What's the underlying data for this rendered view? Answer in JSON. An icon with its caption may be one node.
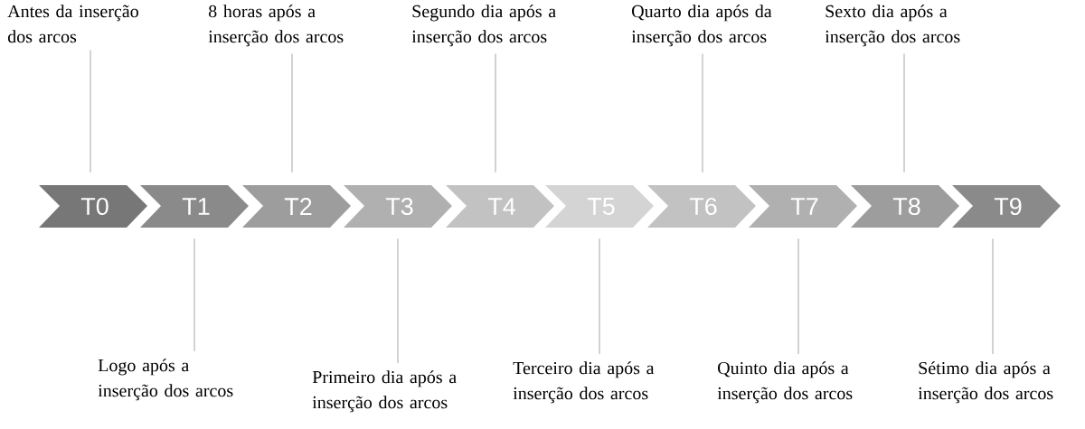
{
  "diagram": {
    "nodes": [
      {
        "text": [
          "T0"
        ]
      },
      {
        "text": [
          "T1"
        ]
      },
      {
        "text": [
          "T2"
        ]
      },
      {
        "text": [
          "T3"
        ]
      },
      {
        "text": [
          "T4"
        ]
      },
      {
        "text": [
          "T5"
        ]
      },
      {
        "text": [
          "T6"
        ]
      },
      {
        "text": [
          "T7"
        ]
      },
      {
        "text": [
          "T8"
        ]
      },
      {
        "text": [
          "T9"
        ]
      },
      {
        "text": [
          "Antes da inserção dos arcos"
        ]
      },
      {
        "text": [
          "Logo após a inserção dos arcos"
        ]
      },
      {
        "text": [
          "8 horas após a inserção dos arcos"
        ]
      },
      {
        "text": [
          "Primeiro dia após a inserção dos arcos"
        ]
      },
      {
        "text": [
          "Segundo dia após a inserção dos arcos"
        ]
      },
      {
        "text": [
          "Terceiro dia após a inserção dos arcos"
        ]
      },
      {
        "text": [
          "Quarto dia após da inserção dos arcos"
        ]
      },
      {
        "text": [
          "Quinto dia após a inserção dos arcos"
        ]
      },
      {
        "text": [
          "Sexto dia após a inserção dos arcos"
        ]
      },
      {
        "text": [
          "Sétimo dia após a inserção dos arcos"
        ]
      }
    ],
    "edges": [
      {
        "from": 10,
        "to": 0,
        "arrow": "none"
      },
      {
        "from": 11,
        "to": 1,
        "arrow": "none"
      },
      {
        "from": 12,
        "to": 2,
        "arrow": "none"
      },
      {
        "from": 13,
        "to": 3,
        "arrow": "none"
      },
      {
        "from": 14,
        "to": 4,
        "arrow": "none"
      },
      {
        "from": 15,
        "to": 5,
        "arrow": "none"
      },
      {
        "from": 16,
        "to": 6,
        "arrow": "none"
      },
      {
        "from": 17,
        "to": 7,
        "arrow": "none"
      },
      {
        "from": 18,
        "to": 8,
        "arrow": "none"
      },
      {
        "from": 19,
        "to": 9,
        "arrow": "none"
      }
    ]
  }
}
